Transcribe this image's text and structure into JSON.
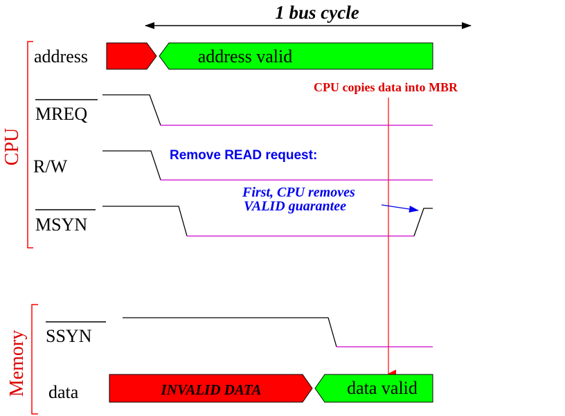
{
  "diagram": {
    "title": "1 bus cycle",
    "groups": {
      "cpu": "CPU",
      "memory": "Memory"
    },
    "signals": {
      "address": "address",
      "mreq": "MREQ",
      "rw": "R/W",
      "msyn": "MSYN",
      "ssyn": "SSYN",
      "data": "data"
    },
    "bus_labels": {
      "address_valid": "address valid",
      "invalid_data": "INVALID DATA",
      "data_valid": "data valid"
    },
    "annotations": {
      "cpu_copies": "CPU copies data into MBR",
      "remove_read": "Remove READ request:",
      "first_removes_line1": "First, CPU removes",
      "first_removes_line2": "VALID guarantee"
    },
    "colors": {
      "invalid": "#ff0000",
      "valid": "#00ff00",
      "signal_low": "#cc00cc",
      "group_label": "#dd0000",
      "annotation_blue": "#0000ee",
      "annotation_red": "#dd0000"
    }
  }
}
